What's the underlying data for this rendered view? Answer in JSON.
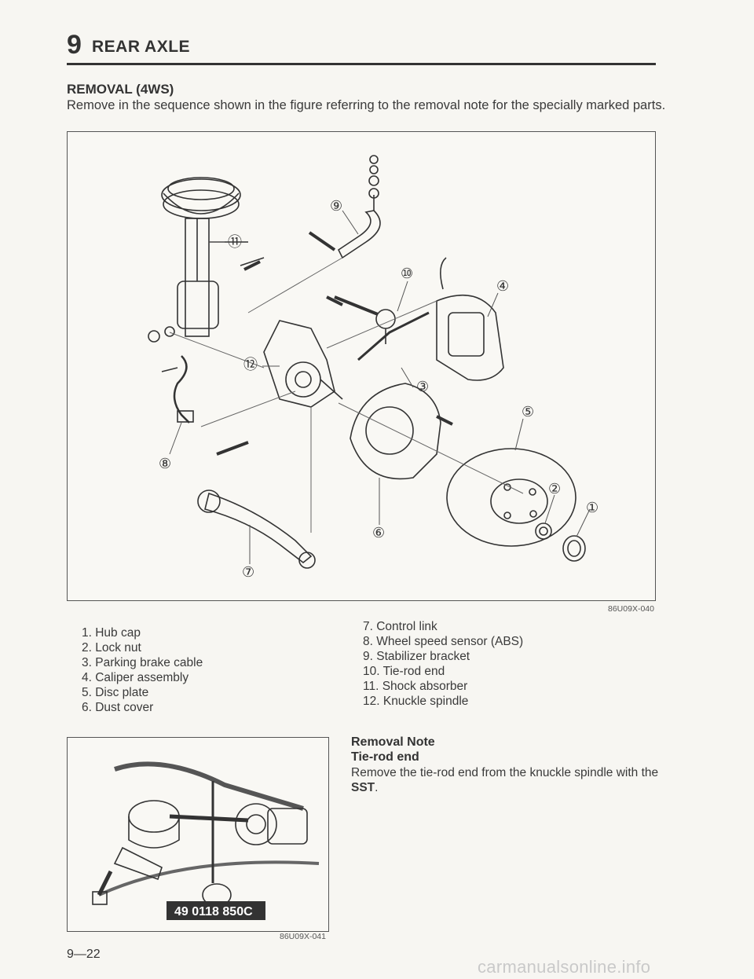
{
  "header": {
    "section_number": "9",
    "section_title": "REAR AXLE"
  },
  "removal": {
    "title": "REMOVAL (4WS)",
    "instruction": "Remove in the sequence shown in the figure referring to the removal note for the specially marked parts."
  },
  "figure_main": {
    "code": "86U09X-040",
    "callouts": [
      "①",
      "②",
      "③",
      "④",
      "⑤",
      "⑥",
      "⑦",
      "⑧",
      "⑨",
      "⑩",
      "⑪",
      "⑫"
    ]
  },
  "parts_left": [
    "1. Hub cap",
    "2. Lock nut",
    "3. Parking brake cable",
    "4. Caliper assembly",
    "5. Disc plate",
    "6. Dust cover"
  ],
  "parts_right": [
    "7. Control link",
    "8. Wheel speed sensor (ABS)",
    "9. Stabilizer bracket",
    "10. Tie-rod end",
    "11. Shock absorber",
    "12. Knuckle spindle"
  ],
  "figure_small": {
    "code": "86U09X-041",
    "sst_label": "49 0118 850C"
  },
  "note": {
    "title": "Removal Note",
    "subtitle": "Tie-rod end",
    "text_before": "Remove the tie-rod end from the knuckle spindle with the ",
    "text_bold": "SST",
    "text_after": "."
  },
  "footer": {
    "page_number": "9—22",
    "watermark": "carmanualsonline.info"
  },
  "colors": {
    "ink": "#333333",
    "paper": "#f7f6f2",
    "line": "#555555"
  }
}
